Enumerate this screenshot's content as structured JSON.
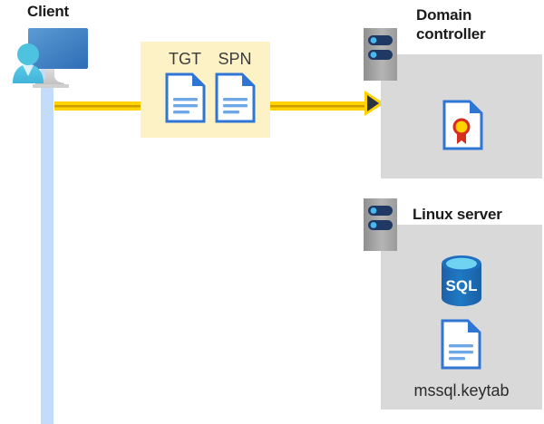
{
  "diagram": {
    "title": "Kerberos authentication flow: client, domain controller, Linux server",
    "background": "#ffffff",
    "colors": {
      "lifeline": "#c3dcfb",
      "message_box": "#fdf2c6",
      "arrow_yellow": "#ffd200",
      "arrow_dark": "#d9a400",
      "arrow_head": "#2b3246",
      "panel_gray": "#d9d9d9",
      "rack_gray": "#a6a6a6",
      "rack_navy": "#1f3864",
      "doc_blue": "#2e75d4",
      "sql_blue": "#1f6fc0",
      "cert_yellow": "#ffd200",
      "cert_red": "#d62d20",
      "text_dark": "#1b1b1b"
    }
  },
  "client": {
    "label": "Client",
    "icon": "user-monitor-icon",
    "lifeline_icon": "lifeline-bar"
  },
  "message": {
    "box_name": "kerberos-message-box",
    "items": [
      {
        "label": "TGT",
        "icon": "document-icon"
      },
      {
        "label": "SPN",
        "icon": "document-icon"
      }
    ],
    "arrow": {
      "name": "request-arrow",
      "direction": "right",
      "from": "client",
      "to": "domain-controller"
    }
  },
  "domain_controller": {
    "title": "Domain controller",
    "title_line1": "Domain",
    "title_line2": "controller",
    "rack_icon": "server-rack-icon",
    "contents": [
      {
        "icon": "certificate-document-icon",
        "label": ""
      }
    ]
  },
  "linux_server": {
    "title": "Linux server",
    "rack_icon": "server-rack-icon",
    "contents": [
      {
        "icon": "sql-database-icon",
        "label": "SQL"
      },
      {
        "icon": "document-icon",
        "label": "mssql.keytab"
      }
    ],
    "sql_label": "SQL",
    "keytab_label": "mssql.keytab"
  }
}
